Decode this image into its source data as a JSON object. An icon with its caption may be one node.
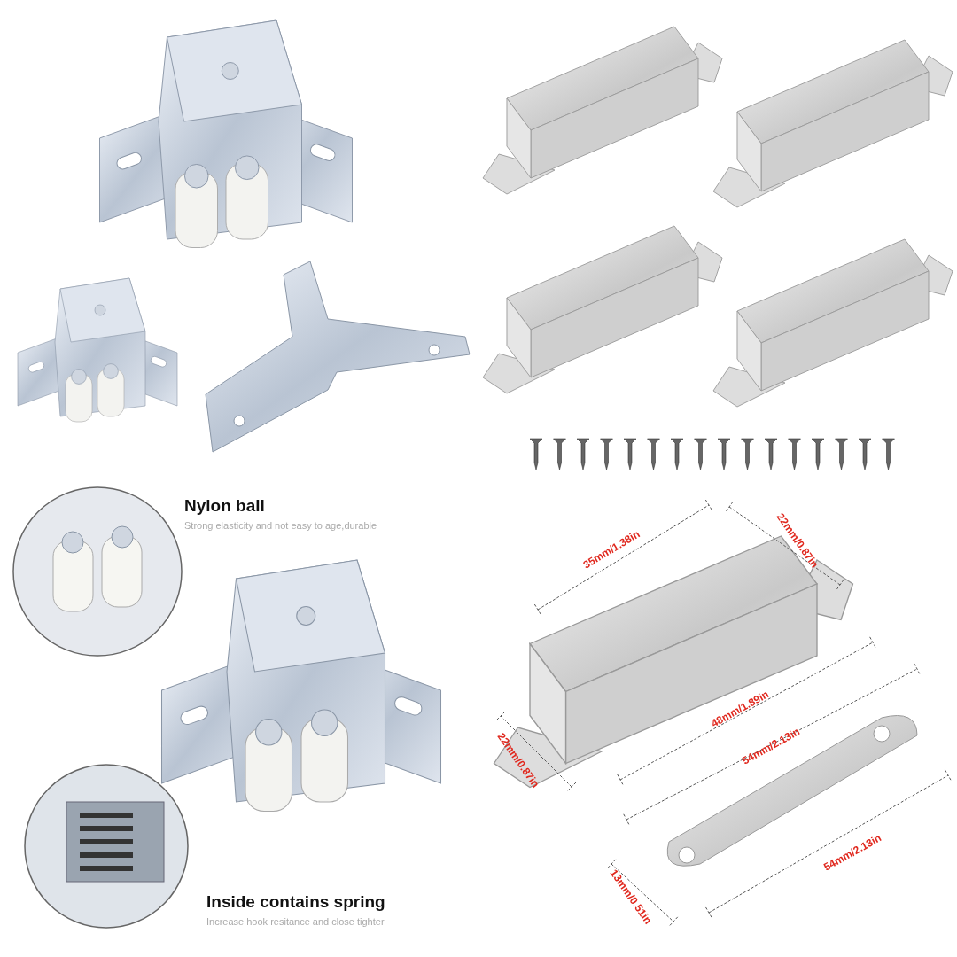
{
  "diagram": {
    "labels": [
      "Nylon ball",
      "Strong elasticity and not easy to age,durable",
      "Inside contains spring",
      "Increase hook resitance and close tighter",
      "35mm/1.38in",
      "22mm/0.87in",
      "48mm/1.89in",
      "54mm/2.13in",
      "22mm/0.87in",
      "13mm/0.51in",
      "54mm/2.13in"
    ]
  }
}
